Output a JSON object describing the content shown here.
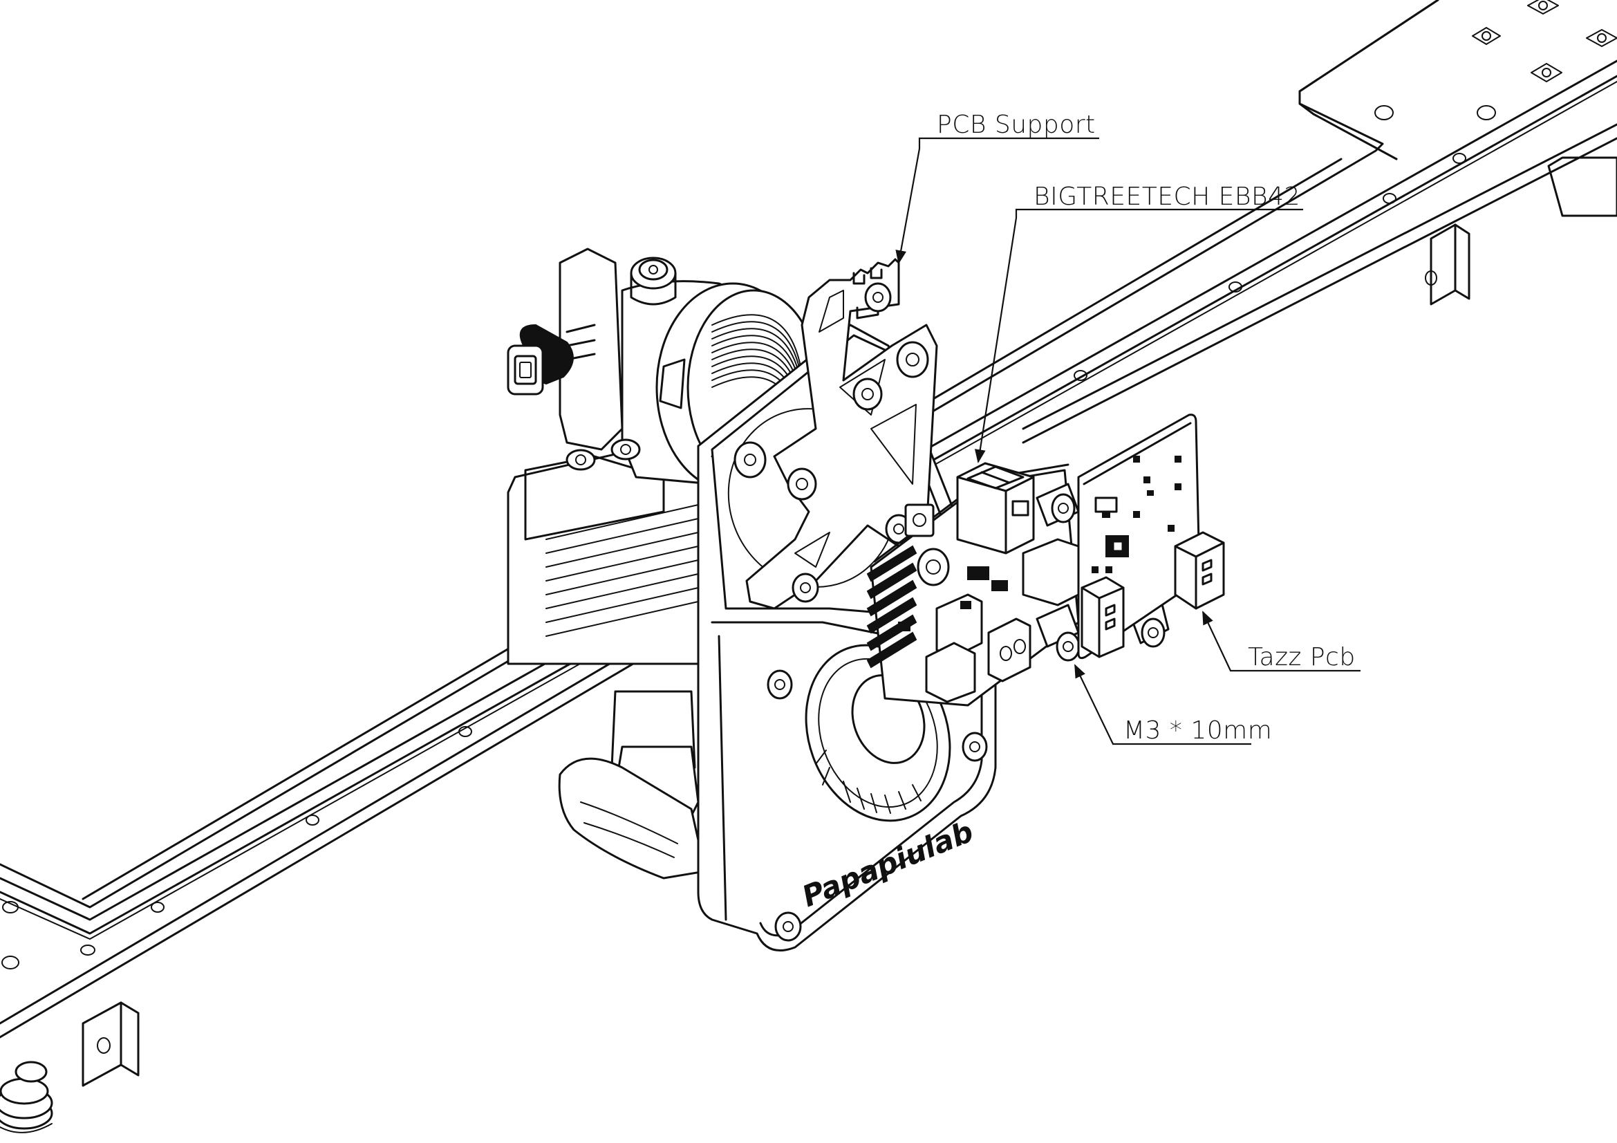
{
  "callouts": {
    "pcb_support": "PCB Support",
    "ebb42": "BIGTREETECH EBB42",
    "tazz_pcb": "Tazz Pcb",
    "screw": "M3 * 10mm"
  },
  "logo": "Papapiulab",
  "colors": {
    "line": "#111111",
    "background": "#ffffff"
  }
}
